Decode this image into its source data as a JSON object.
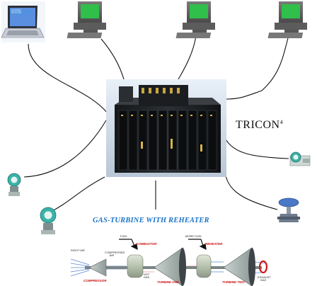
{
  "labels": {
    "controller_name": "TRICON",
    "controller_mark": "4",
    "process_title": "GAS-TURBINE WITH REHEATER",
    "laptop_caption": "TRiSTo"
  },
  "turbine": {
    "inlet": "RIGHT AIR",
    "compressed_air": "COMPRESSED AIR",
    "fuel": "FUEL",
    "more_fuel": "MORE FUEL",
    "hot_gas": "HOT GAS",
    "exhaust": "EXHAUST GAS",
    "stages": {
      "compressor": "COMPRESSOR",
      "combustor": "COMBUSTOR",
      "turbine_one": "TURBINE ONE",
      "reheater": "REHEATER",
      "turbine_two": "TURBINE TWO"
    }
  },
  "colors": {
    "title": "#1a73c9",
    "stage_labels": "#cc1111",
    "link_lines": "#111111",
    "monitor_screen": "#2fbf4a",
    "laptop_screen": "#5a8fe0",
    "controller_body": "#23262a",
    "instrument_teal": "#3ab3a8"
  },
  "icons": [
    "laptop-icon",
    "workstation-icon",
    "workstation-icon",
    "workstation-icon",
    "triconex-controller-image",
    "pressure-transmitter-icon",
    "control-valve-icon"
  ]
}
